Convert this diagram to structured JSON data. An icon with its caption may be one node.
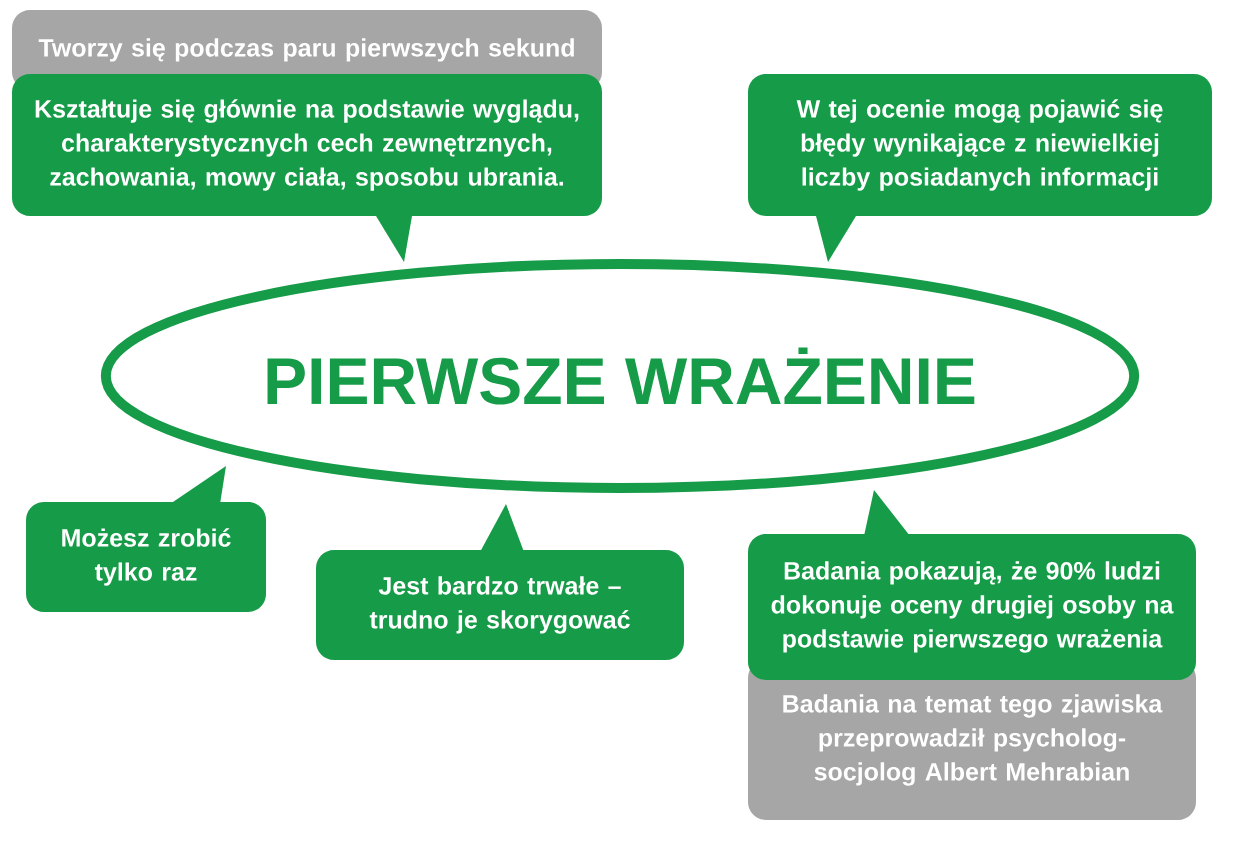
{
  "diagram": {
    "nodes": [
      {
        "text": [
          "PIERWSZE WRAŻENIE"
        ]
      },
      {
        "text": [
          "Tworzy się podczas paru pierwszych sekund"
        ]
      },
      {
        "text": [
          "Kształtuje się głównie na podstawie wyglądu, charakterystycznych cech zewnętrznych, zachowania, mowy ciała, sposobu ubrania."
        ]
      },
      {
        "text": [
          "W tej ocenie mogą pojawić się błędy wynikające z niewielkiej liczby posiadanych informacji"
        ]
      },
      {
        "text": [
          "Możesz zrobić tylko raz"
        ]
      },
      {
        "text": [
          "Jest bardzo trwałe – trudno je skorygować"
        ]
      },
      {
        "text": [
          "Badania na temat tego zjawiska przeprowadził psycholog-socjolog Albert Mehrabian"
        ]
      },
      {
        "text": [
          "Badania pokazują, że 90% ludzi dokonuje oceny drugiej osoby na podstawie pierwszego wrażenia"
        ]
      }
    ]
  }
}
